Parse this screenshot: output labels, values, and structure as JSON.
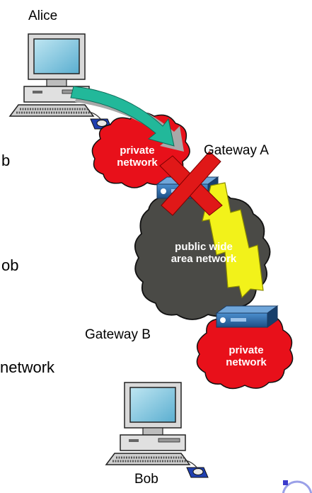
{
  "nodes": {
    "alice": "Alice",
    "bob": "Bob",
    "gateway_a": "Gateway A",
    "gateway_b": "Gateway B"
  },
  "clouds": {
    "private_top": [
      "private",
      "network"
    ],
    "public_wan": [
      "public wide",
      "area network"
    ],
    "private_bottom": [
      "private",
      "network"
    ]
  },
  "slide_fragments": [
    "b",
    "ob",
    "network"
  ],
  "icons": {
    "computer": "computer-icon",
    "gateway": "gateway-device-icon",
    "blocked": "red-x-icon",
    "path_ok": "yellow-lightning-arrow",
    "path_initial": "teal-arrow"
  },
  "colors": {
    "private_cloud": "#e8101a",
    "public_cloud": "#4a4a46",
    "teal_arrow": "#22b89a",
    "yellow_bolt": "#f2f21a",
    "red_x": "#e01818",
    "gateway_device": "#2c6aa8"
  }
}
